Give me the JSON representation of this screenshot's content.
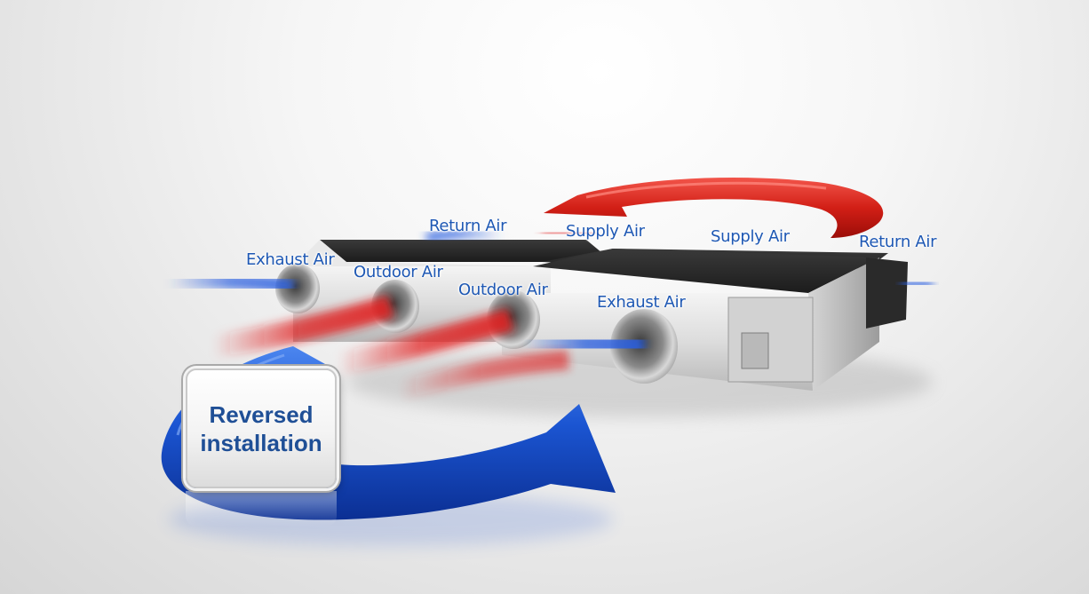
{
  "labels": {
    "unit1_exhaust_air": "Exhaust Air",
    "unit1_return_air": "Return Air",
    "unit1_outdoor_air": "Outdoor Air",
    "unit2_outdoor_air": "Outdoor Air",
    "unit2_exhaust_air": "Exhaust Air",
    "supply_air_left": "Supply Air",
    "supply_air_right": "Supply Air",
    "unit2_return_air": "Return Air"
  },
  "badge": {
    "text": "Reversed\ninstallation"
  },
  "colors": {
    "label_blue": "#1e58b4",
    "arrow_red": "#d8231a",
    "arrow_blue": "#1a4fc9",
    "badge_text": "#1f4f96"
  }
}
